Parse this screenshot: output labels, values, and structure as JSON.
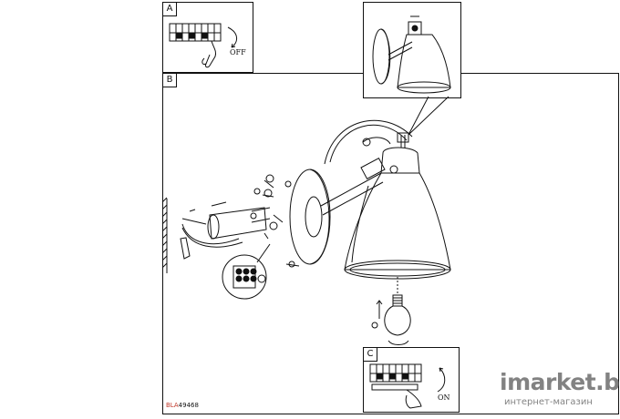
{
  "panels": {
    "a": {
      "label": "A",
      "action": "OFF"
    },
    "b": {
      "label": "B"
    },
    "c": {
      "label": "C",
      "action": "ON"
    }
  },
  "model": {
    "prefix": "BLA",
    "number": "49468"
  },
  "watermark": {
    "brand": "imarket.by",
    "subtitle": "интернет-магазин"
  }
}
